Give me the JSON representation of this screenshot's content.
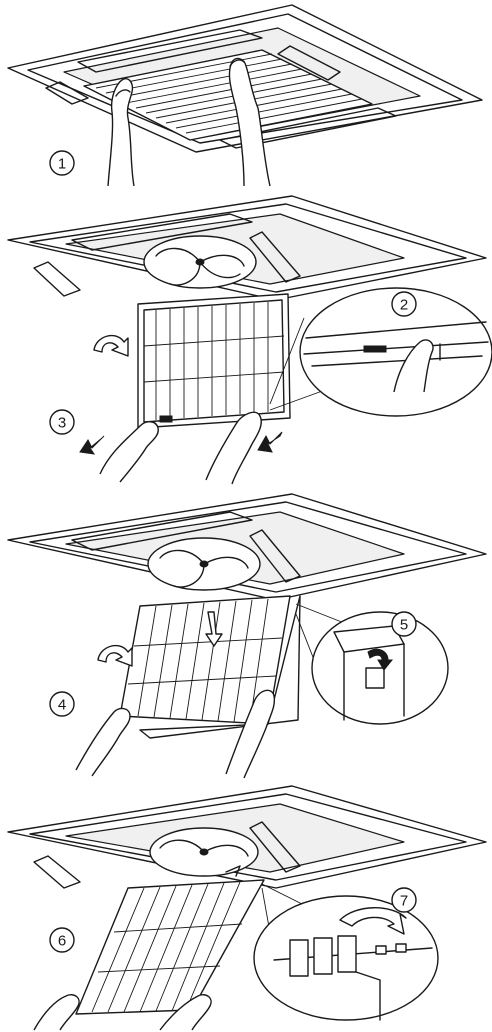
{
  "steps": [
    {
      "label": "1"
    },
    {
      "label": "2"
    },
    {
      "label": "3"
    },
    {
      "label": "4"
    },
    {
      "label": "5"
    },
    {
      "label": "6"
    },
    {
      "label": "7"
    }
  ],
  "colors": {
    "line": "#1a1a1a",
    "background": "#ffffff",
    "fill_light": "#f0f0f0"
  }
}
